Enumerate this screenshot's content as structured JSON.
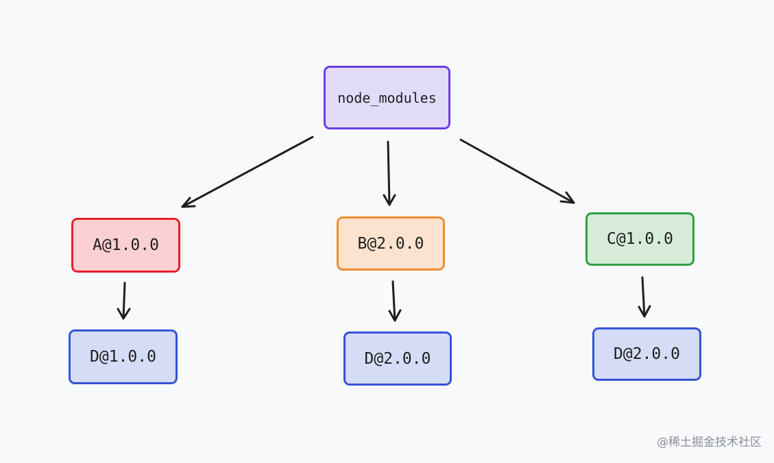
{
  "diagram": {
    "nodes": {
      "root": "node_modules",
      "a": "A@1.0.0",
      "b": "B@2.0.0",
      "c": "C@1.0.0",
      "d_under_a": "D@1.0.0",
      "d_under_b": "D@2.0.0",
      "d_under_c": "D@2.0.0"
    },
    "edges": [
      {
        "from": "node_modules",
        "to": "A@1.0.0"
      },
      {
        "from": "node_modules",
        "to": "B@2.0.0"
      },
      {
        "from": "node_modules",
        "to": "C@1.0.0"
      },
      {
        "from": "A@1.0.0",
        "to": "D@1.0.0"
      },
      {
        "from": "B@2.0.0",
        "to": "D@2.0.0"
      },
      {
        "from": "C@1.0.0",
        "to": "D@2.0.0"
      }
    ],
    "colors": {
      "root": {
        "fill": "#e2dbf8",
        "stroke": "#6c3ee0"
      },
      "a": {
        "fill": "#fbd0d3",
        "stroke": "#e5202a"
      },
      "b": {
        "fill": "#fbe3cf",
        "stroke": "#f08c2c"
      },
      "c": {
        "fill": "#d6ecd9",
        "stroke": "#2f9e44"
      },
      "d": {
        "fill": "#d5dcf5",
        "stroke": "#3553d6"
      },
      "arrow": "#1e1e1e",
      "background": "#f8f9fa"
    }
  },
  "watermark": "@稀土掘金技术社区"
}
